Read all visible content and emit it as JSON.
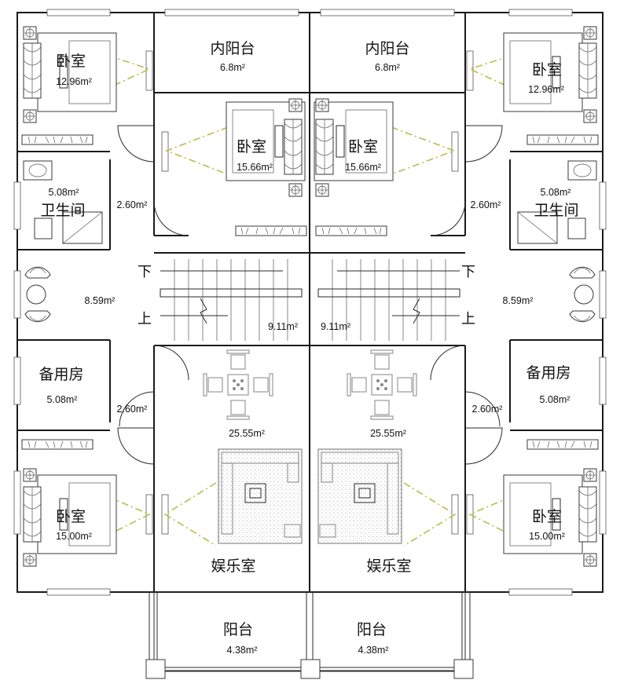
{
  "rooms": {
    "balcony_inner": {
      "name": "内阳台",
      "area": "6.8m²"
    },
    "bedroom_a": {
      "name": "卧室",
      "area": "12.96m²"
    },
    "bedroom_b": {
      "name": "卧室",
      "area": "15.66m²"
    },
    "bathroom": {
      "name": "卫生间",
      "area": "5.08m²"
    },
    "hall_corridor_area": "2.60m²",
    "lounge_area": "8.59m²",
    "stair_area": "9.11m²",
    "spare_room": {
      "name": "备用房",
      "area": "5.08m²"
    },
    "spare_corridor_area": "2.60m²",
    "entertainment": {
      "name": "娱乐室",
      "area": "25.55m²"
    },
    "bedroom_c": {
      "name": "卧室",
      "area": "15.00m²"
    },
    "balcony": {
      "name": "阳台",
      "area": "4.38m²"
    }
  },
  "stairs": {
    "down": "下",
    "up": "上"
  },
  "colors": {
    "walls": "#1a1a1a",
    "sightline": "#b8be4a",
    "furniture_gray": "#9a9a9a"
  }
}
